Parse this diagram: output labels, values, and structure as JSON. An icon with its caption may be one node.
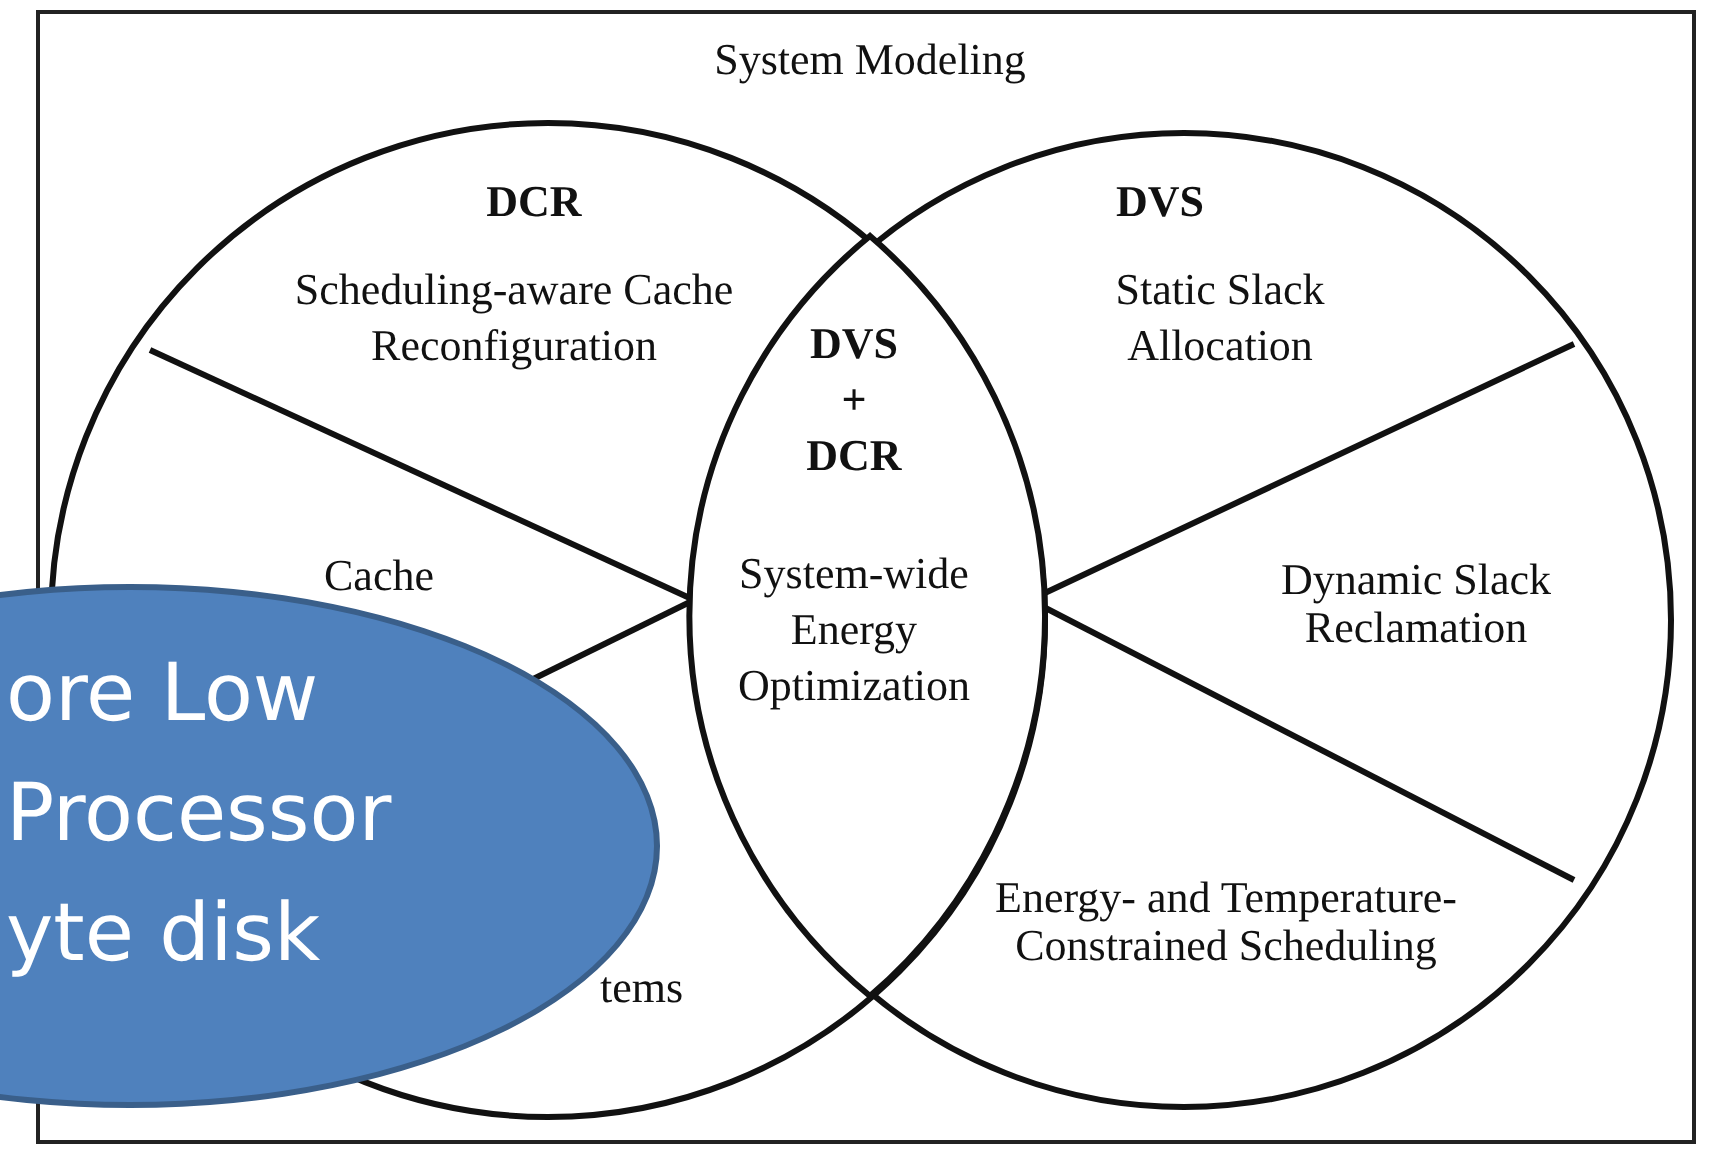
{
  "diagram": {
    "nodes": [
      {
        "text": [
          "System Modeling"
        ]
      },
      {
        "text": [
          "DCR",
          "Scheduling-aware Cache Reconfiguration"
        ],
        "in": 0
      },
      {
        "text": [
          "DVS",
          "Static Slack Allocation"
        ],
        "in": 0
      },
      {
        "text": [
          "DVS + DCR",
          "System-wide Energy Optimization"
        ]
      },
      {
        "text": [
          "ore Low Processor yte disk"
        ]
      }
    ],
    "edges": [],
    "labels": [
      "Cache",
      "tems",
      "Dynamic Slack Reclamation",
      "Energy- and Temperature-Constrained Scheduling"
    ]
  }
}
